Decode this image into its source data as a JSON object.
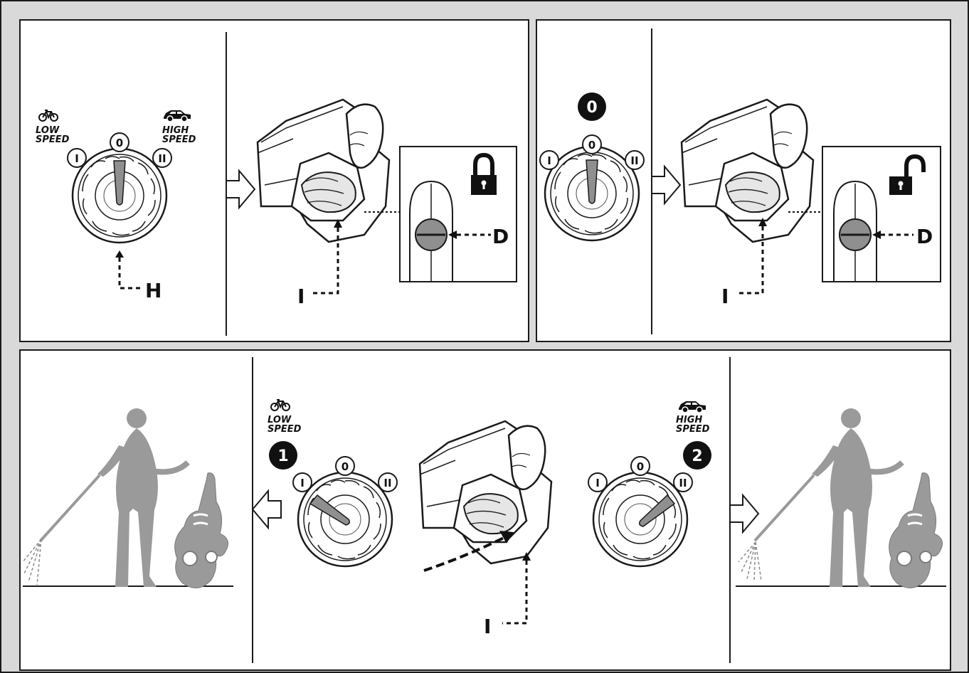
{
  "panels": {
    "top_left": {
      "low_speed_line1": "LOW",
      "low_speed_line2": "SPEED",
      "high_speed_line1": "HIGH",
      "high_speed_line2": "SPEED",
      "pos_low": "I",
      "pos_off": "0",
      "pos_high": "II",
      "label_selector": "H",
      "label_trigger": "I",
      "label_lock": "D",
      "lock_state_icon": "padlock-closed-icon"
    },
    "top_right": {
      "badge": "0",
      "pos_low": "I",
      "pos_off": "0",
      "pos_high": "II",
      "label_trigger": "I",
      "label_lock": "D",
      "lock_state_icon": "padlock-open-icon"
    },
    "bottom": {
      "low_speed_line1": "LOW",
      "low_speed_line2": "SPEED",
      "high_speed_line1": "HIGH",
      "high_speed_line2": "SPEED",
      "badge_low": "1",
      "badge_high": "2",
      "pos_low": "I",
      "pos_off": "0",
      "pos_high": "II",
      "label_trigger": "I"
    }
  },
  "colors": {
    "frame_bg": "#d9d9d9",
    "panel_bg": "#ffffff",
    "line": "#1a1a1a",
    "figure_gray": "#9a9a9a",
    "lever_gray": "#8f8f8f"
  }
}
